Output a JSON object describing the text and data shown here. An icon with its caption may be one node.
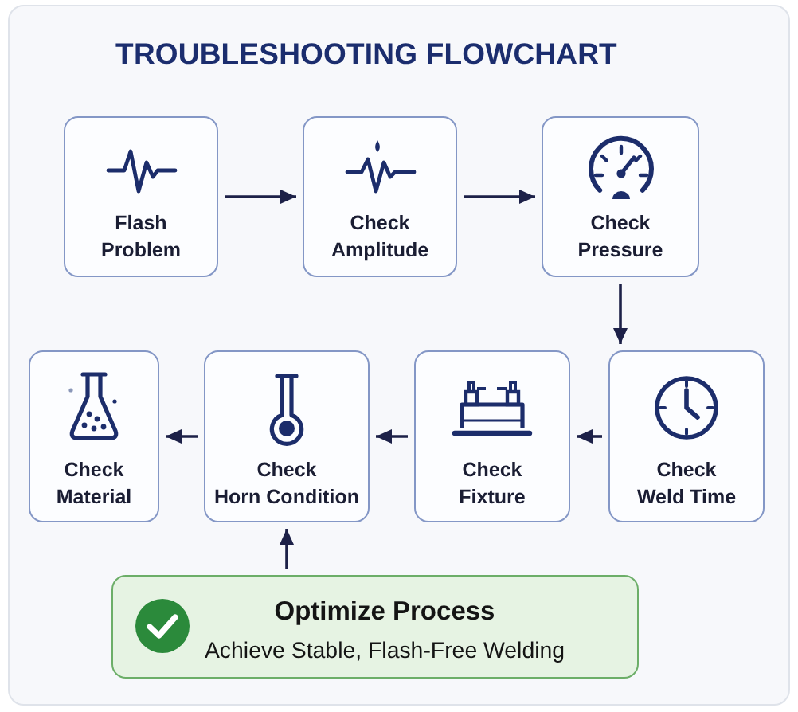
{
  "diagram": {
    "title": "TROUBLESHOOTING FLOWCHART",
    "nodes": [
      {
        "text": [
          "Flash Problem"
        ]
      },
      {
        "text": [
          "Check Amplitude"
        ]
      },
      {
        "text": [
          "Check Pressure"
        ]
      },
      {
        "text": [
          "Check Material"
        ]
      },
      {
        "text": [
          "Check Horn Condition"
        ]
      },
      {
        "text": [
          "Check Fixture"
        ]
      },
      {
        "text": [
          "Check Weld Time"
        ]
      },
      {
        "text": [
          "Optimize Process",
          "Achieve Stable, Flash-Free Welding"
        ]
      }
    ],
    "edges": [
      {
        "from": 0,
        "to": 1,
        "arrow": "to"
      },
      {
        "from": 1,
        "to": 2,
        "arrow": "to"
      },
      {
        "from": 2,
        "to": 6,
        "arrow": "to"
      },
      {
        "from": 6,
        "to": 5,
        "arrow": "to"
      },
      {
        "from": 5,
        "to": 4,
        "arrow": "to"
      },
      {
        "from": 4,
        "to": 3,
        "arrow": "to"
      },
      {
        "from": 7,
        "to": 4,
        "arrow": "to"
      }
    ]
  }
}
